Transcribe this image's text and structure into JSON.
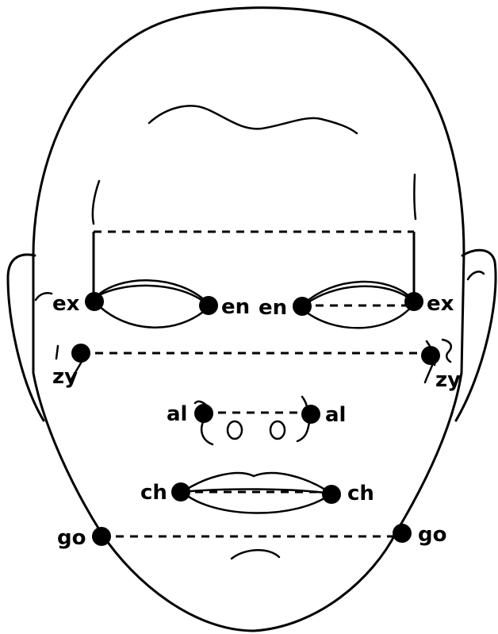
{
  "labels": {
    "ex_right": "ex",
    "en_right": "en",
    "en_left": "en",
    "ex_left": "ex",
    "zy_right": "zy",
    "zy_left": "zy",
    "al_right": "al",
    "al_left": "al",
    "ch_right": "ch",
    "ch_left": "ch",
    "go_right": "go",
    "go_left": "go"
  }
}
